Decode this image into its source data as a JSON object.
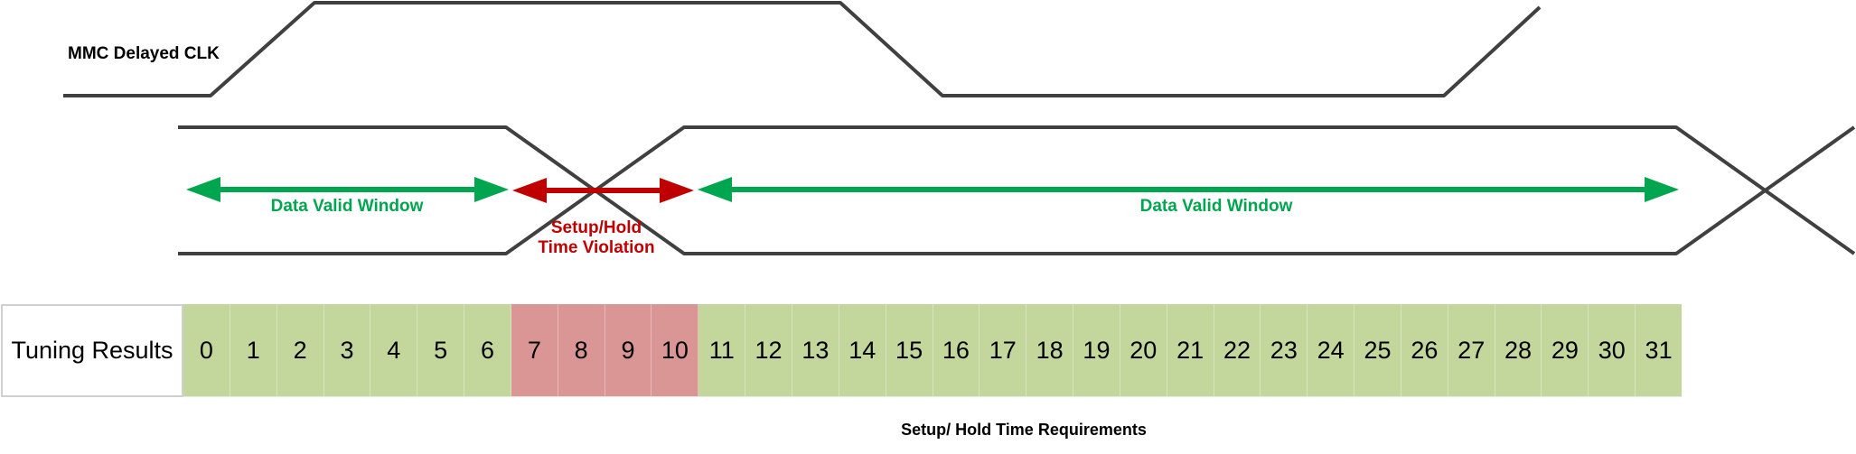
{
  "signals": {
    "clock_label": "MMC Delayed CLK"
  },
  "annotations": {
    "data_valid_window_1": "Data Valid Window",
    "setup_hold_line1": "Setup/Hold",
    "setup_hold_line2": "Time Violation",
    "data_valid_window_2": "Data Valid Window"
  },
  "tuning_results": {
    "row_label": "Tuning Results",
    "violation_values": [
      7,
      8,
      9,
      10
    ],
    "cells": [
      {
        "value": "0",
        "status": "valid"
      },
      {
        "value": "1",
        "status": "valid"
      },
      {
        "value": "2",
        "status": "valid"
      },
      {
        "value": "3",
        "status": "valid"
      },
      {
        "value": "4",
        "status": "valid"
      },
      {
        "value": "5",
        "status": "valid"
      },
      {
        "value": "6",
        "status": "valid"
      },
      {
        "value": "7",
        "status": "violation"
      },
      {
        "value": "8",
        "status": "violation"
      },
      {
        "value": "9",
        "status": "violation"
      },
      {
        "value": "10",
        "status": "violation"
      },
      {
        "value": "11",
        "status": "valid"
      },
      {
        "value": "12",
        "status": "valid"
      },
      {
        "value": "13",
        "status": "valid"
      },
      {
        "value": "14",
        "status": "valid"
      },
      {
        "value": "15",
        "status": "valid"
      },
      {
        "value": "16",
        "status": "valid"
      },
      {
        "value": "17",
        "status": "valid"
      },
      {
        "value": "18",
        "status": "valid"
      },
      {
        "value": "19",
        "status": "valid"
      },
      {
        "value": "20",
        "status": "valid"
      },
      {
        "value": "21",
        "status": "valid"
      },
      {
        "value": "22",
        "status": "valid"
      },
      {
        "value": "23",
        "status": "valid"
      },
      {
        "value": "24",
        "status": "valid"
      },
      {
        "value": "25",
        "status": "valid"
      },
      {
        "value": "26",
        "status": "valid"
      },
      {
        "value": "27",
        "status": "valid"
      },
      {
        "value": "28",
        "status": "valid"
      },
      {
        "value": "29",
        "status": "valid"
      },
      {
        "value": "30",
        "status": "valid"
      },
      {
        "value": "31",
        "status": "valid"
      }
    ]
  },
  "caption": "Setup/ Hold Time Requirements",
  "colors": {
    "valid_green_fill": "#c3d69b",
    "violation_red_fill": "#d99694",
    "arrow_green": "#00a550",
    "arrow_red": "#c00000",
    "waveform_line": "#404040"
  }
}
